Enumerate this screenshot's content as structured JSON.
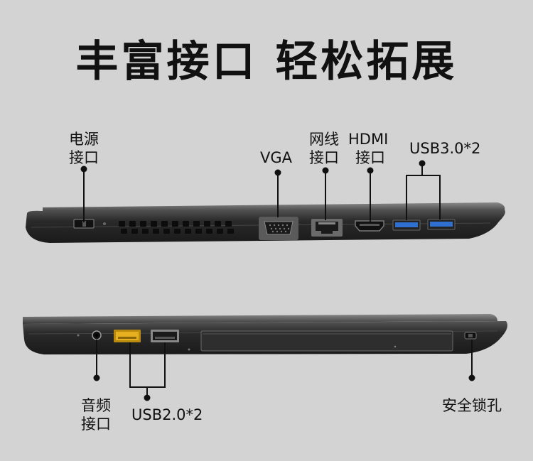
{
  "title": "丰富接口 轻松拓展",
  "top_labels": {
    "power": [
      "电源",
      "接口"
    ],
    "vga": "VGA",
    "ethernet": [
      "网线",
      "接口"
    ],
    "hdmi": [
      "HDMI",
      "接口"
    ],
    "usb3": "USB3.0*2"
  },
  "bottom_labels": {
    "audio": [
      "音频",
      "接口"
    ],
    "usb2": "USB2.0*2",
    "lock": "安全锁孔"
  },
  "colors": {
    "background": "#d3d3d3",
    "laptop_body": "#2b2b2b",
    "usb3_port": "#2f6fd0",
    "usb2_yellow": "#e6b020"
  }
}
